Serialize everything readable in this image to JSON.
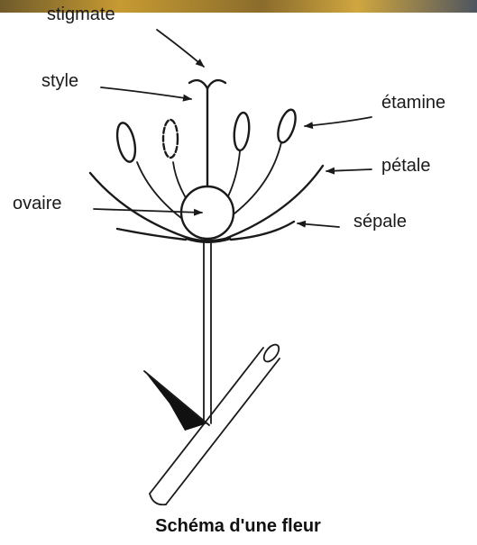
{
  "labels": {
    "stigmate": "stigmate",
    "style": "style",
    "etamine": "étamine",
    "petale": "pétale",
    "ovaire": "ovaire",
    "sepale": "sépale"
  },
  "caption": "Schéma d'une fleur"
}
